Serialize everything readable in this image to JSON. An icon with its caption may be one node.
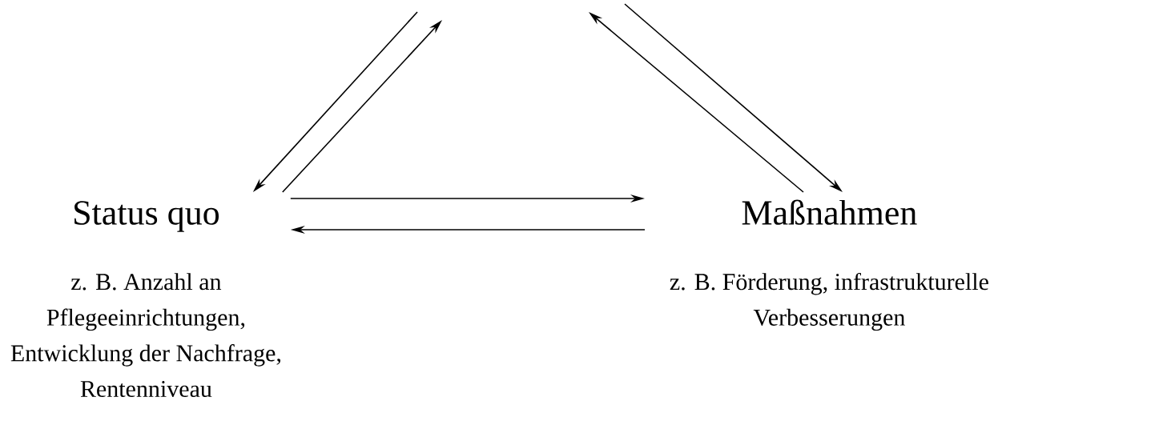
{
  "diagram": {
    "nodes": [
      {
        "text": [
          "Status quo",
          "z. B. Anzahl an Pflegeeinrichtungen, Entwicklung der Nachfrage, Rentenniveau"
        ]
      },
      {
        "text": [
          "Maßnahmen",
          "z. B. Förderung, infrastrukturelle Verbesserungen"
        ]
      }
    ],
    "edges": [
      {
        "from": null,
        "to": 0,
        "arrow": "to"
      },
      {
        "from": 0,
        "to": null,
        "arrow": "to"
      },
      {
        "from": 1,
        "to": null,
        "arrow": "to"
      },
      {
        "from": null,
        "to": 1,
        "arrow": "to"
      },
      {
        "from": 0,
        "to": 1,
        "arrow": "to"
      },
      {
        "from": 1,
        "to": 0,
        "arrow": "to"
      }
    ]
  }
}
